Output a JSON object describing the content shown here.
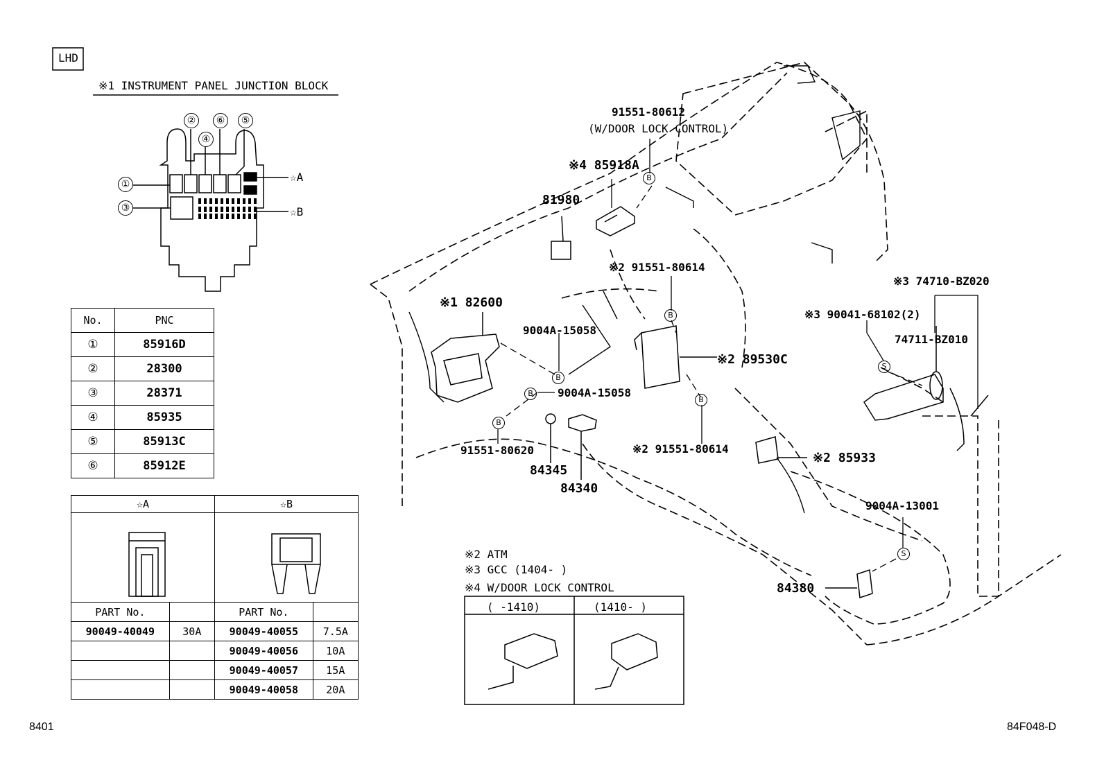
{
  "header": {
    "lhd_label": "LHD",
    "junction_block_title": "※1 INSTRUMENT PANEL JUNCTION BLOCK",
    "star_a": "☆A",
    "star_b": "☆B",
    "callouts": [
      "①",
      "②",
      "③",
      "④",
      "⑤",
      "⑥"
    ]
  },
  "pnc_table": {
    "headers": [
      "No.",
      "PNC"
    ],
    "rows": [
      {
        "no": "①",
        "pnc": "85916D"
      },
      {
        "no": "②",
        "pnc": "28300"
      },
      {
        "no": "③",
        "pnc": "28371"
      },
      {
        "no": "④",
        "pnc": "85935"
      },
      {
        "no": "⑤",
        "pnc": "85913C"
      },
      {
        "no": "⑥",
        "pnc": "85912E"
      }
    ]
  },
  "fuse_table": {
    "col_a": "☆A",
    "col_b": "☆B",
    "part_no_header": "PART No.",
    "a_rows": [
      {
        "part": "90049-40049",
        "amp": "30A"
      }
    ],
    "b_rows": [
      {
        "part": "90049-40055",
        "amp": "7.5A"
      },
      {
        "part": "90049-40056",
        "amp": "10A"
      },
      {
        "part": "90049-40057",
        "amp": "15A"
      },
      {
        "part": "90049-40058",
        "amp": "20A"
      }
    ]
  },
  "notes": {
    "n2": "※2 ATM",
    "n3": "※3 GCC (1404-    )",
    "n4": "※4 W/DOOR LOCK CONTROL",
    "col1": "(    -1410)",
    "col2": "(1410-    )"
  },
  "parts": {
    "p91551_80612": "91551-80612",
    "door_lock": "(W/DOOR LOCK CONTROL)",
    "p85918a": "※4 85918A",
    "p81980": "81980",
    "p91551_80614a": "※2 91551-80614",
    "p82600": "※1 82600",
    "p9004a_15058a": "9004A-15058",
    "p9004a_15058b": "9004A-15058",
    "p89530c": "※2  89530C",
    "p91551_80620": "91551-80620",
    "p84345": "84345",
    "p84340": "84340",
    "p91551_80614b": "※2  91551-80614",
    "p85933": "※2  85933",
    "p74710": "※3 74710-BZ020",
    "p90041": "※3 90041-68102(2)",
    "p74711": "74711-BZ010",
    "p9004a_13001": "9004A-13001",
    "p84380": "84380",
    "marker_b": "B",
    "marker_s": "S"
  },
  "footer": {
    "left_code": "8401",
    "right_code": "84F048-D"
  }
}
